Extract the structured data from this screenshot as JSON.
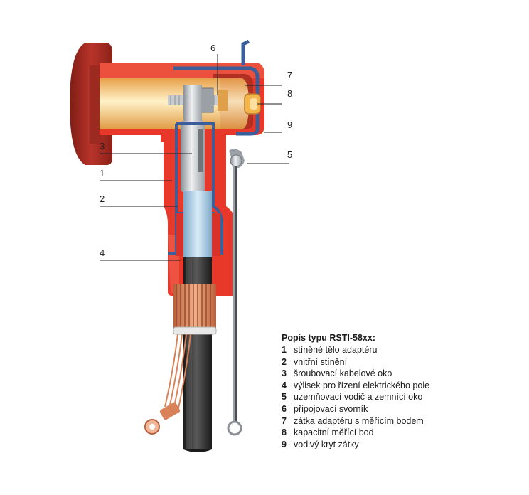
{
  "callouts": [
    {
      "num": "1"
    },
    {
      "num": "2"
    },
    {
      "num": "3"
    },
    {
      "num": "4"
    },
    {
      "num": "5"
    },
    {
      "num": "6"
    },
    {
      "num": "7"
    },
    {
      "num": "8"
    },
    {
      "num": "9"
    }
  ],
  "legend": {
    "title": "Popis typu RSTI-58xx:",
    "items": [
      {
        "num": "1",
        "text": "stíněné tělo adaptéru"
      },
      {
        "num": "2",
        "text": "vnitřní stínění"
      },
      {
        "num": "3",
        "text": "šroubovací kabelové oko"
      },
      {
        "num": "4",
        "text": "výlisek pro řízení elektrického pole"
      },
      {
        "num": "5",
        "text": "uzemňovací vodič a zemnící oko"
      },
      {
        "num": "6",
        "text": "připojovací svorník"
      },
      {
        "num": "7",
        "text": "zátka adaptéru s měřícím bodem"
      },
      {
        "num": "8",
        "text": "kapacitní měřící bod"
      },
      {
        "num": "9",
        "text": "vodivý kryt zátky"
      }
    ]
  },
  "colors": {
    "body_red": "#e8382a",
    "dark_red": "#a8281e",
    "inner_shield": "#3a5f9a",
    "insulation_yellow": "#f3c46a",
    "copper": "#d9825a",
    "cable_black": "#2a2a2a"
  }
}
